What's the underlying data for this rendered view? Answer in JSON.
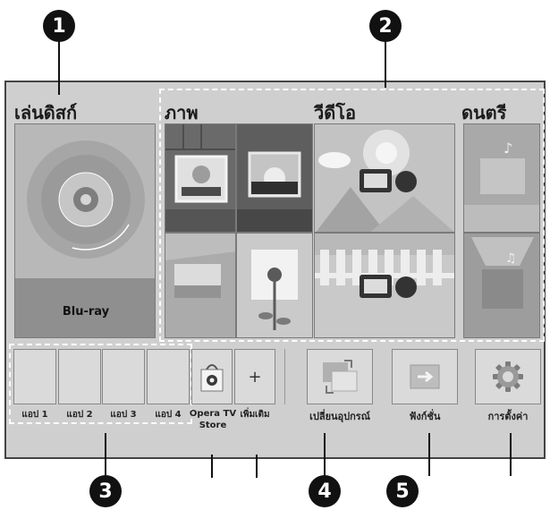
{
  "callouts": [
    "1",
    "2",
    "3",
    "4",
    "5"
  ],
  "sections": {
    "disc_play": "เล่นดิสก์",
    "photo": "ภาพ",
    "video": "วีดีโอ",
    "music": "ดนตรี"
  },
  "disc": {
    "label": "Blu-ray"
  },
  "apps": [
    "แอป 1",
    "แอป 2",
    "แอป 3",
    "แอป  4"
  ],
  "opera": {
    "label_line1": "Opera TV",
    "label_line2": "Store"
  },
  "more": {
    "symbol": "+",
    "label": "เพิ่มเติม"
  },
  "bottom_buttons": {
    "change_device": "เปลี่ยนอุปกรณ์",
    "function": "ฟังก์ชั่น",
    "settings": "การตั้งค่า"
  },
  "colors": {
    "screen_bg": "#cfcfcf",
    "dashed": "#ffffff",
    "callout": "#111111"
  }
}
